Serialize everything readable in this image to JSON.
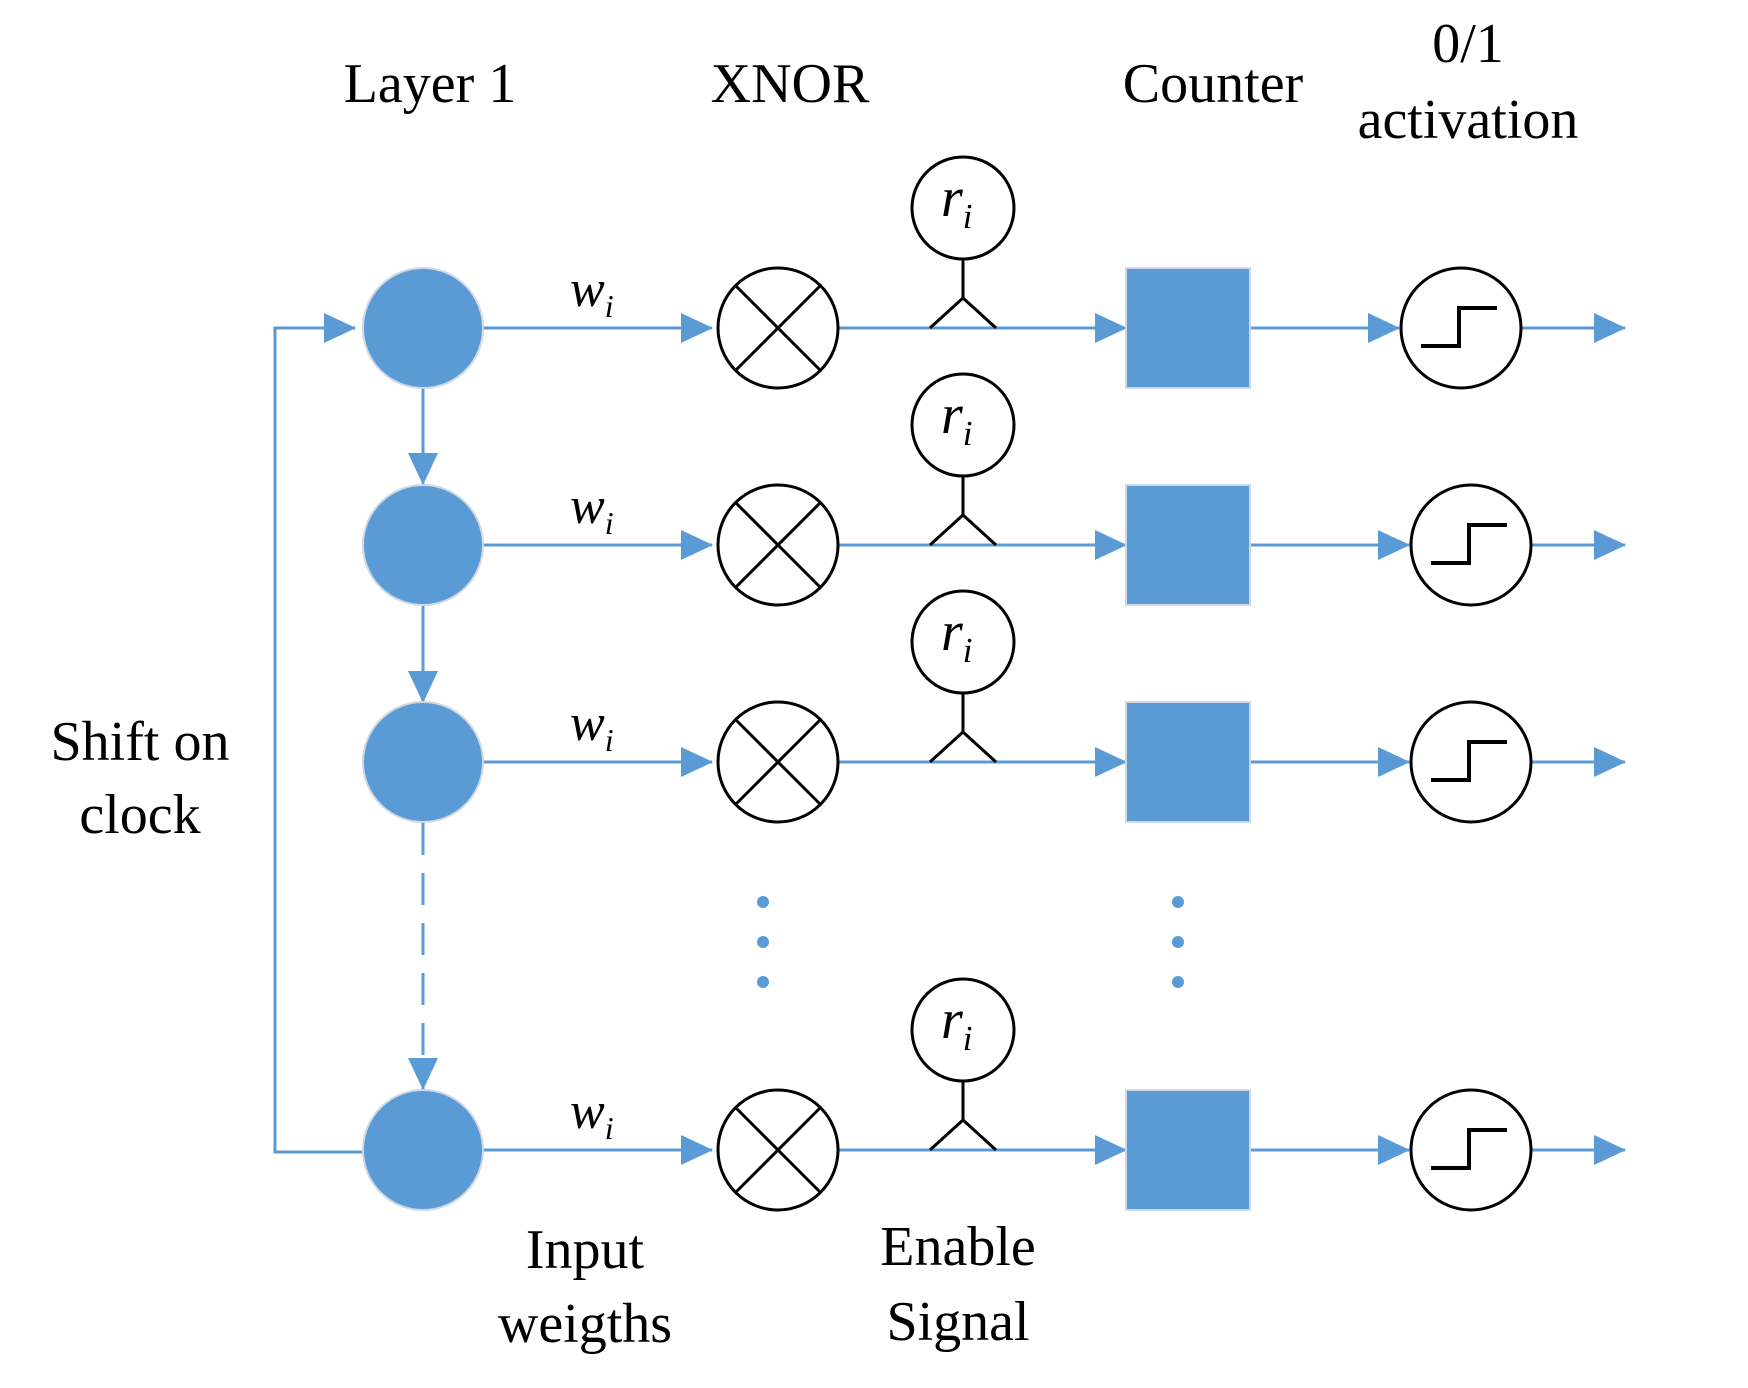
{
  "columns": {
    "layer": "Layer 1",
    "xnor": "XNOR",
    "counter": "Counter",
    "activation_line1": "0/1",
    "activation_line2": "activation"
  },
  "left_label": {
    "line1": "Shift on",
    "line2": "clock"
  },
  "bottom_labels": {
    "input_line1": "Input",
    "input_line2": "weigths",
    "enable_line1": "Enable",
    "enable_line2": "Signal"
  },
  "weight_symbol": {
    "base": "w",
    "subscript": "i"
  },
  "enable_symbol": {
    "base": "r",
    "subscript": "i"
  },
  "rows_shown": 4,
  "ellipsis_after_row": 3,
  "colors": {
    "accent": "#5B9BD5",
    "stroke": "#000000",
    "background": "#FFFFFF"
  },
  "icons": {
    "xnor": "circle-x-icon",
    "activation": "step-function-icon",
    "enable": "stick-figure-icon"
  }
}
